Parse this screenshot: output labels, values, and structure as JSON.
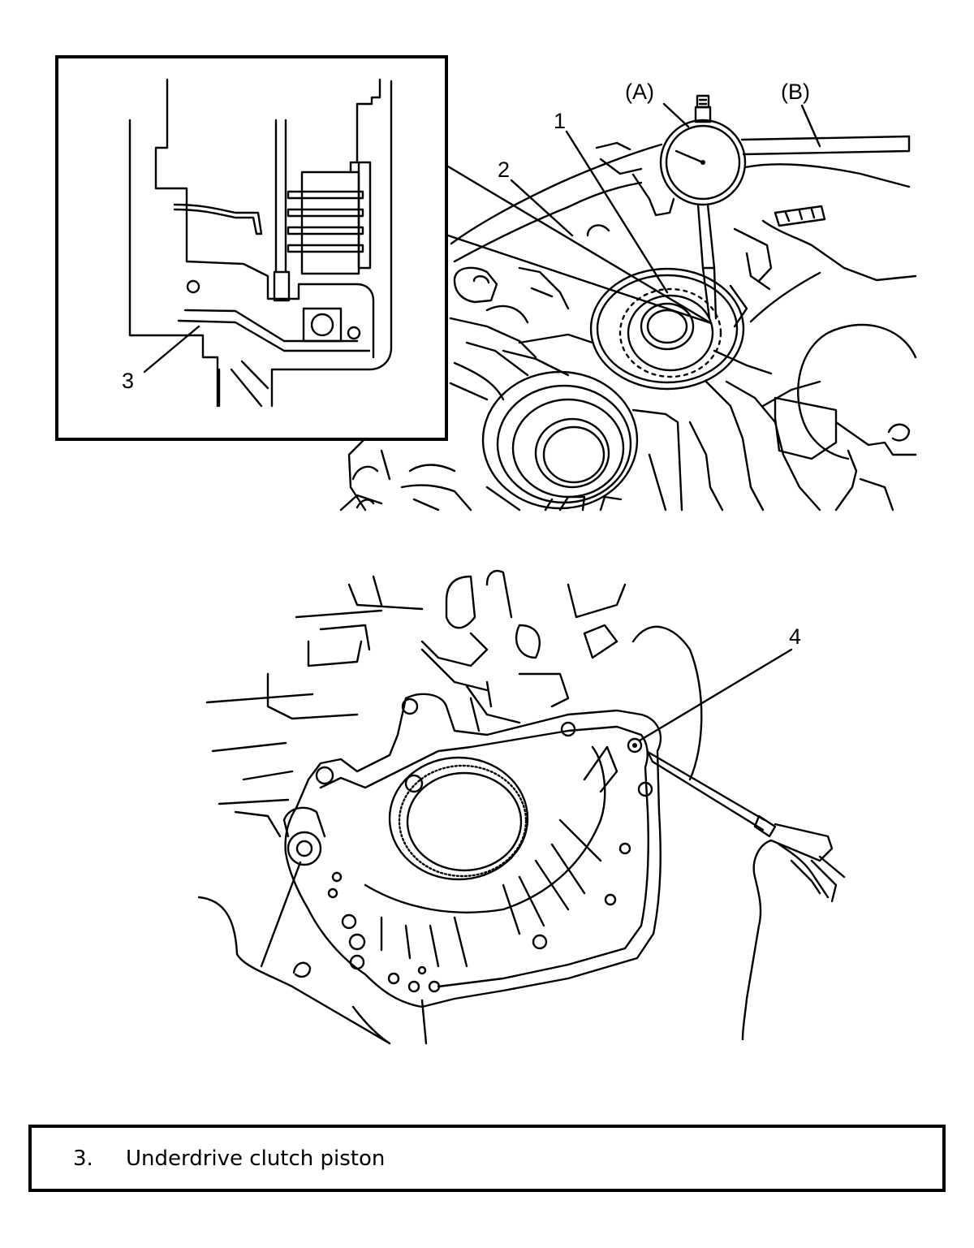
{
  "figure": {
    "top": {
      "label_a": "(A)",
      "label_b": "(B)",
      "label_1": "1",
      "label_2": "2"
    },
    "inset": {
      "label_3": "3"
    },
    "bottom": {
      "label_4": "4"
    }
  },
  "legend": {
    "number": "3.",
    "text": "Underdrive clutch piston"
  }
}
